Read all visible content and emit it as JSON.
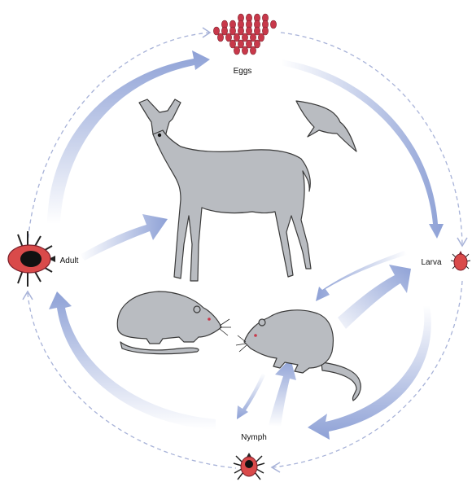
{
  "labels": {
    "eggs": "Eggs",
    "larva": "Larva",
    "nymph": "Nymph",
    "adult": "Adult"
  },
  "colors": {
    "arrow": "#8ea1d6",
    "dashed_cycle": "#a7b2d8",
    "animal_fill": "#b9bcc1",
    "animal_stroke": "#3a3a3a",
    "tick_body": "#d94a4a",
    "tick_shield": "#111111",
    "egg": "#c8384a",
    "background": "#ffffff"
  },
  "icons": [
    "egg-cluster-icon",
    "larva-tick-icon",
    "nymph-tick-icon",
    "adult-tick-icon",
    "deer-icon",
    "bird-icon",
    "rodent-icon"
  ]
}
